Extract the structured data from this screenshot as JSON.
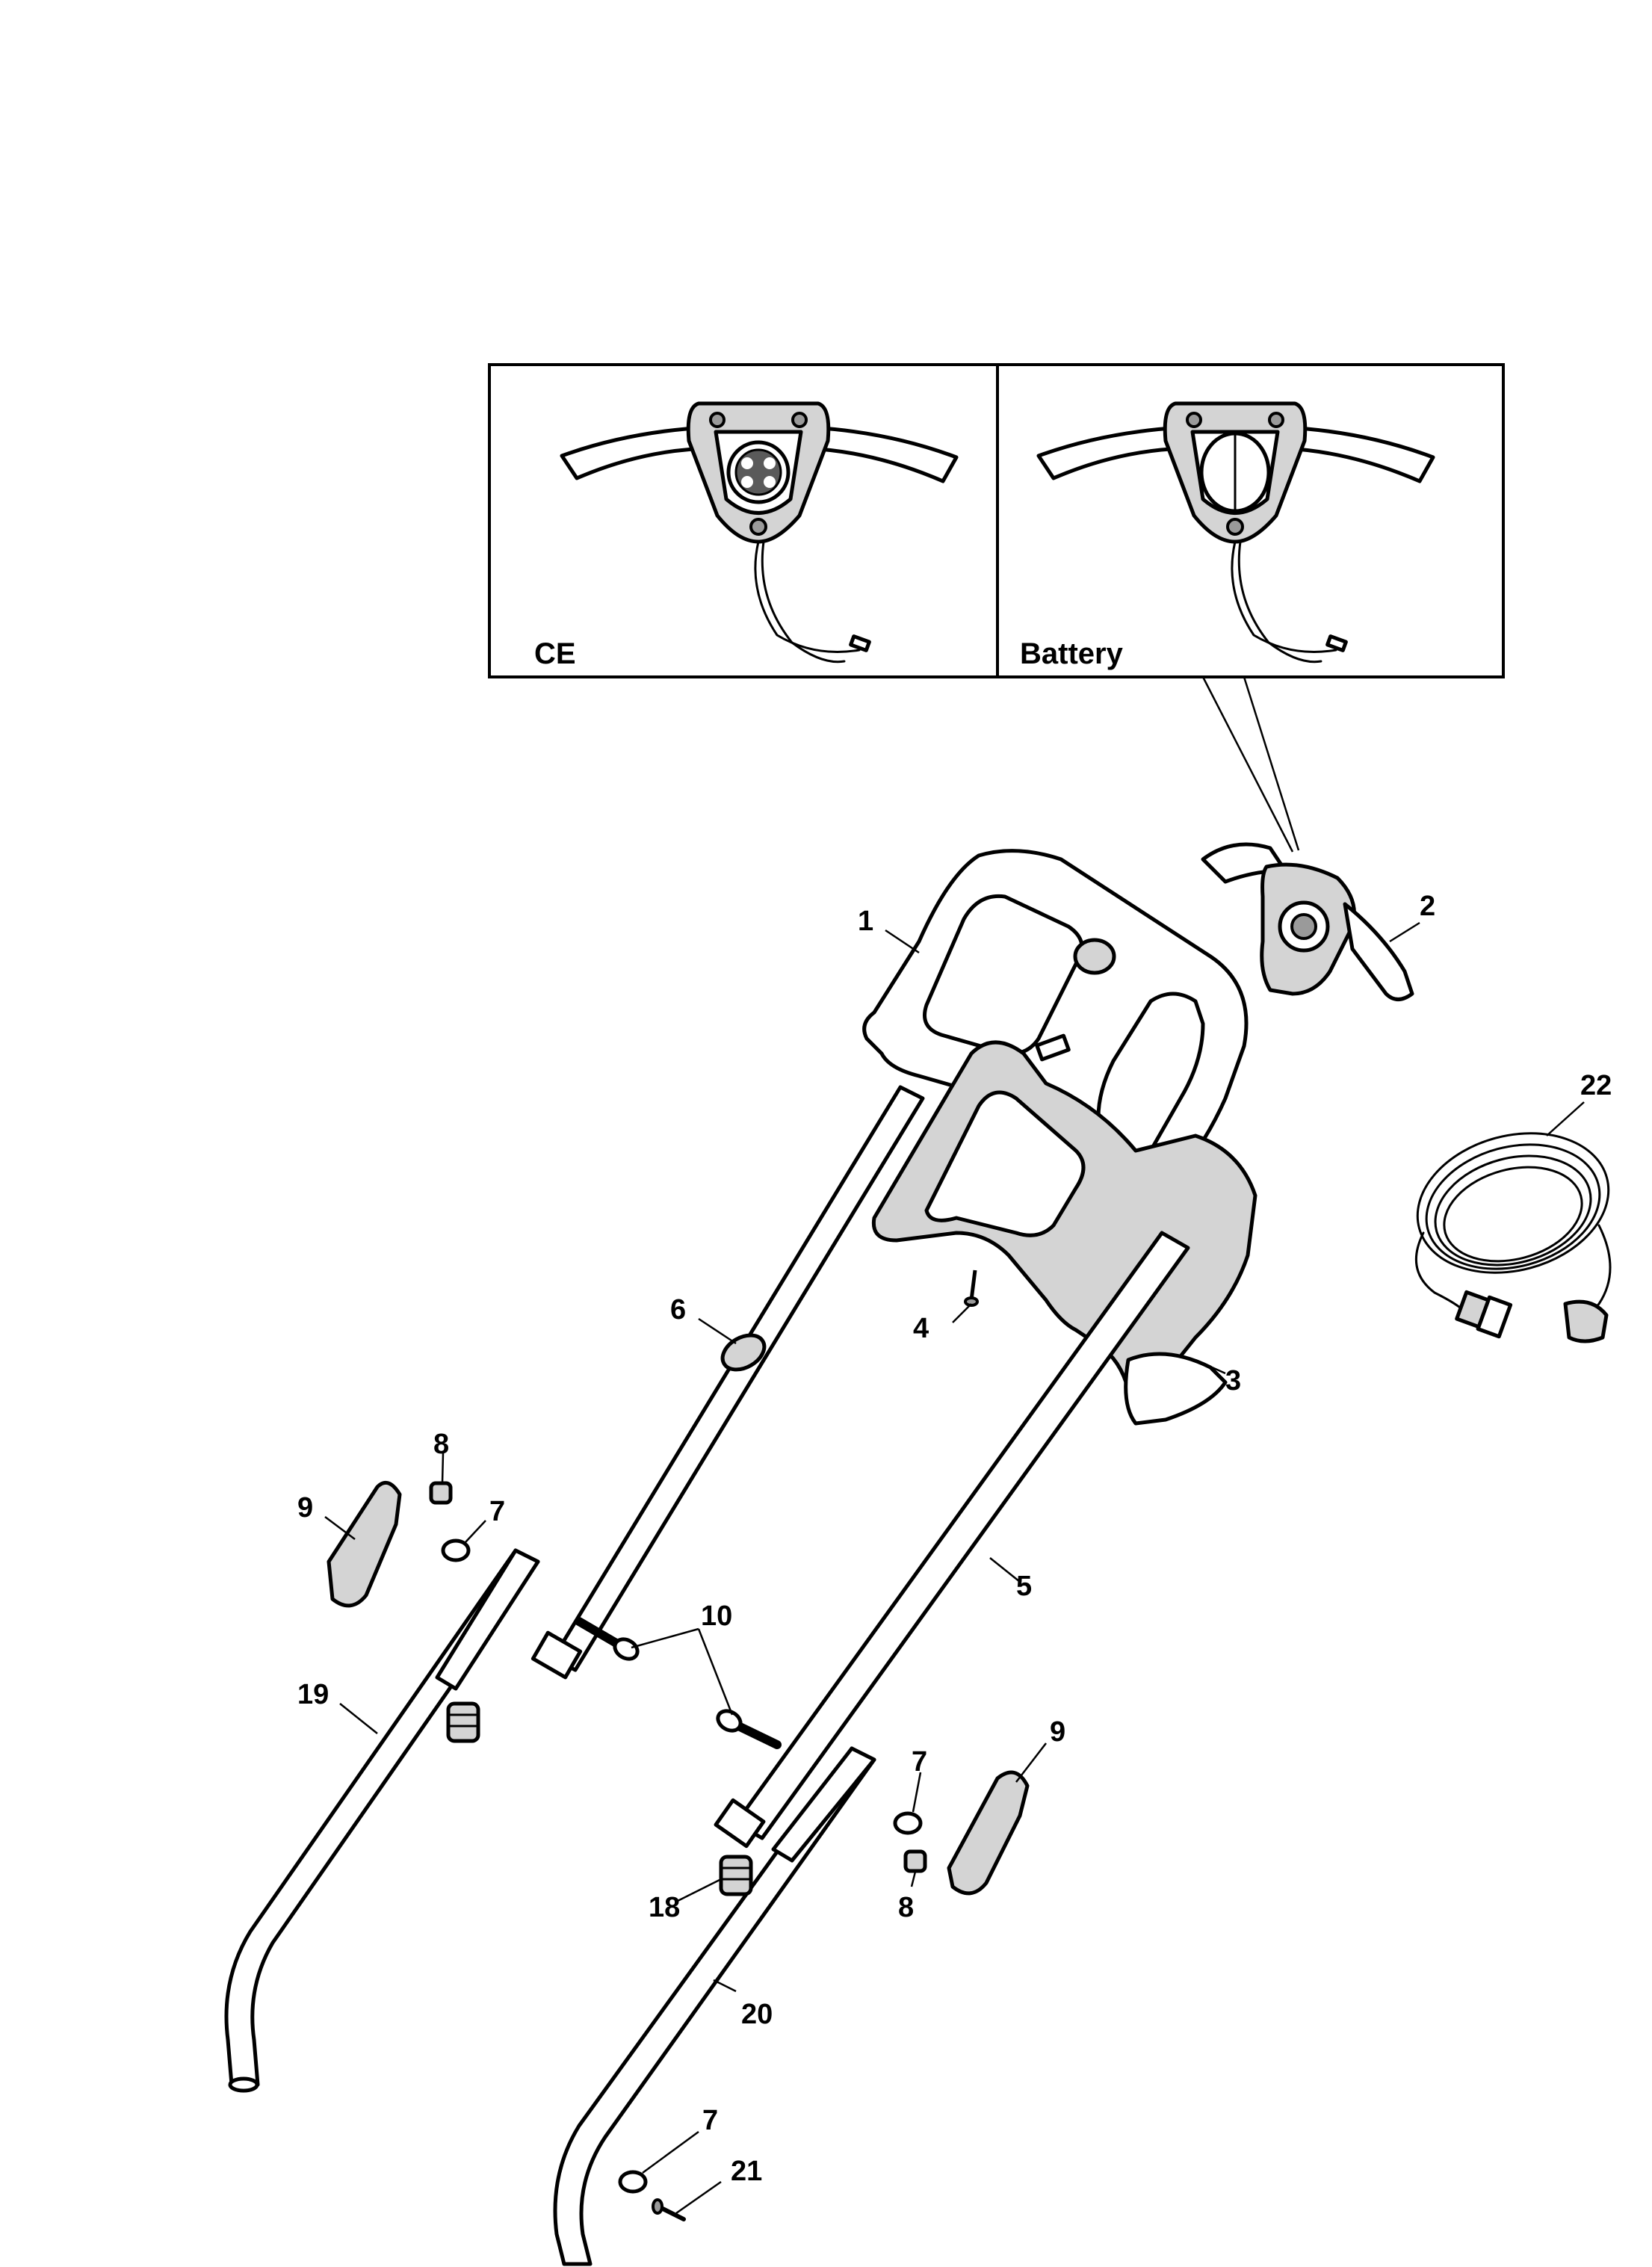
{
  "insets": {
    "left_label": "CE",
    "right_label": "Battery"
  },
  "callouts": {
    "c1": "1",
    "c2": "2",
    "c3": "3",
    "c4": "4",
    "c5": "5",
    "c6": "6",
    "c7a": "7",
    "c7b": "7",
    "c7c": "7",
    "c8a": "8",
    "c8b": "8",
    "c9a": "9",
    "c9b": "9",
    "c10": "10",
    "c18": "18",
    "c19": "19",
    "c20": "20",
    "c21": "21",
    "c22": "22"
  },
  "icons": [
    "socket-icon",
    "battery-cover-icon",
    "cable-coil-icon",
    "plug-icon"
  ],
  "colors": {
    "line": "#000000",
    "fill": "#ffffff",
    "shade": "#d4d4d4"
  }
}
